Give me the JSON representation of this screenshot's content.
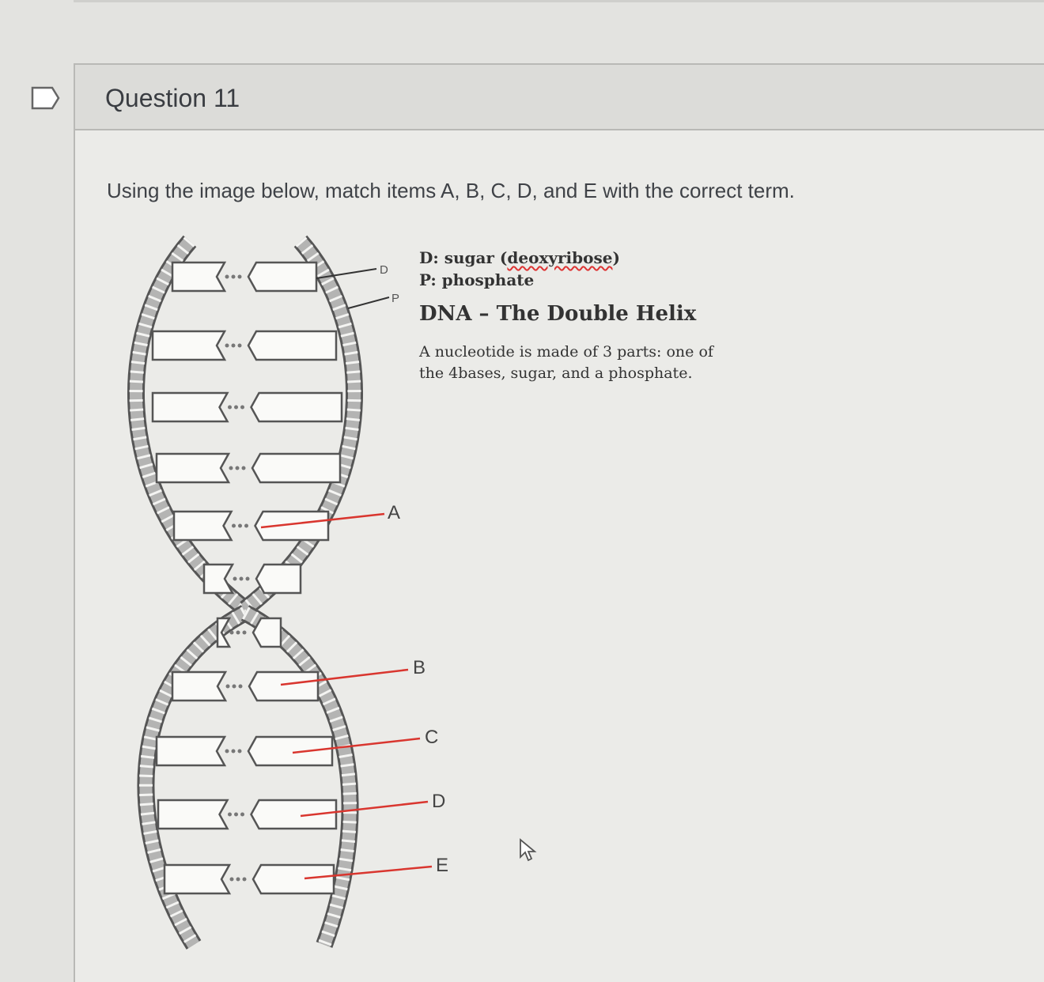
{
  "question": {
    "title": "Question 11",
    "prompt": "Using the image below, match items A, B, C, D, and E with the correct term."
  },
  "diagram": {
    "key_d_prefix": "D: sugar (",
    "key_d_word": "deoxyribose",
    "key_d_suffix": ")",
    "key_p": "P: phosphate",
    "heading": "DNA – The Double Helix",
    "description": "A nucleotide is made of 3 parts: one of the 4bases, sugar, and a phosphate.",
    "labels": {
      "d_small": "D",
      "p_small": "P",
      "a": "A",
      "b": "B",
      "c": "C",
      "d": "D",
      "e": "E"
    }
  },
  "colors": {
    "pointer_red": "#d9362f",
    "ink": "#555555"
  },
  "icons": {
    "flag": "flag-icon",
    "cursor": "mouse-cursor-icon"
  }
}
